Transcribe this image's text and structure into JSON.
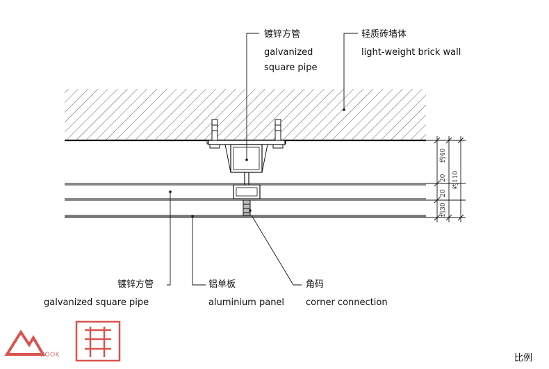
{
  "labels": {
    "top_pipe_cn": "镀锌方管",
    "top_pipe_en1": "galvanized",
    "top_pipe_en2": "square pipe",
    "wall_cn": "轻质砖墙体",
    "wall_en": "light-weight brick wall",
    "bottom_pipe_cn": "镀锌方管",
    "bottom_pipe_en": "galvanized square pipe",
    "panel_cn": "铝单板",
    "panel_en": "aluminium panel",
    "corner_cn": "角码",
    "corner_en": "corner connection"
  },
  "dimensions": {
    "d1": "约40",
    "d2": "20",
    "d3": "20",
    "d4": "约30",
    "total": "约110"
  },
  "footer": {
    "scale_label": "比例",
    "logo_text": "BOOK"
  },
  "colors": {
    "line": "#111111",
    "logo": "#d9534f"
  }
}
